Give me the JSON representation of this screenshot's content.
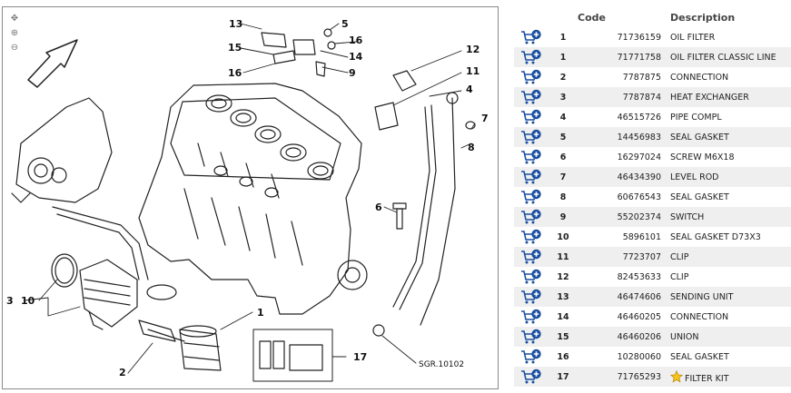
{
  "diagram": {
    "reference": "SGR.10102",
    "callouts": [
      "13",
      "5",
      "15",
      "16",
      "14",
      "16",
      "9",
      "12",
      "11",
      "4",
      "7",
      "8",
      "6",
      "3",
      "10",
      "1",
      "2",
      "17"
    ],
    "tools": {
      "pan_icon": "move-icon",
      "zoom_in_icon": "zoom-in-icon",
      "zoom_out_icon": "zoom-out-icon"
    }
  },
  "table": {
    "headers": {
      "qty": "",
      "code": "Code",
      "description": "Description"
    },
    "rows": [
      {
        "ref": "1",
        "code": "71736159",
        "description": "OIL FILTER"
      },
      {
        "ref": "1",
        "code": "71771758",
        "description": "OIL FILTER CLASSIC LINE"
      },
      {
        "ref": "2",
        "code": "7787875",
        "description": "CONNECTION"
      },
      {
        "ref": "3",
        "code": "7787874",
        "description": "HEAT EXCHANGER"
      },
      {
        "ref": "4",
        "code": "46515726",
        "description": "PIPE COMPL"
      },
      {
        "ref": "5",
        "code": "14456983",
        "description": "SEAL GASKET"
      },
      {
        "ref": "6",
        "code": "16297024",
        "description": "SCREW M6X18"
      },
      {
        "ref": "7",
        "code": "46434390",
        "description": "LEVEL ROD"
      },
      {
        "ref": "8",
        "code": "60676543",
        "description": "SEAL GASKET"
      },
      {
        "ref": "9",
        "code": "55202374",
        "description": "SWITCH"
      },
      {
        "ref": "10",
        "code": "5896101",
        "description": "SEAL GASKET D73X3"
      },
      {
        "ref": "11",
        "code": "7723707",
        "description": "CLIP"
      },
      {
        "ref": "12",
        "code": "82453633",
        "description": "CLIP"
      },
      {
        "ref": "13",
        "code": "46474606",
        "description": "SENDING UNIT"
      },
      {
        "ref": "14",
        "code": "46460205",
        "description": "CONNECTION"
      },
      {
        "ref": "15",
        "code": "46460206",
        "description": "UNION"
      },
      {
        "ref": "16",
        "code": "10280060",
        "description": "SEAL GASKET"
      },
      {
        "ref": "17",
        "code": "71765293",
        "description": "FILTER KIT",
        "badge": "star-icon"
      }
    ],
    "cart_icon": "add-to-cart-icon",
    "cart_color": "#1a4fa0"
  }
}
